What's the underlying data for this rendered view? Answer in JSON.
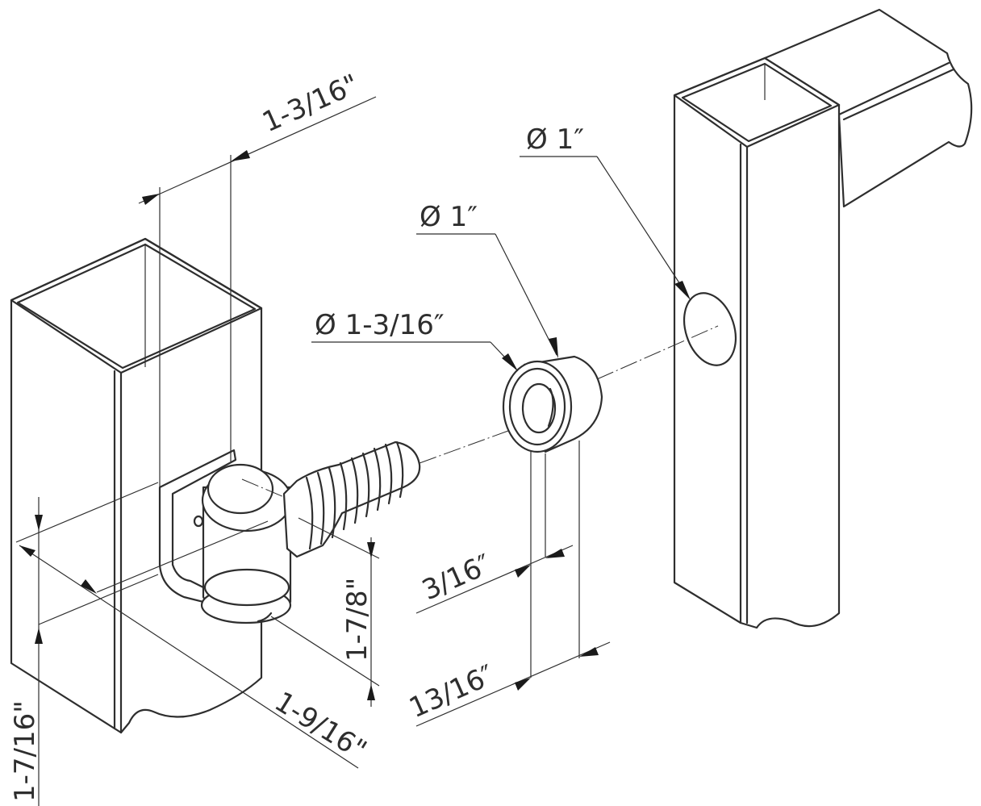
{
  "dimensions": {
    "post_width": "1-3/16\"",
    "bearing_diameter": "Ø 1″",
    "bushing_inner_diameter": "Ø 1″",
    "bushing_outer_diameter": "Ø 1-3/16″",
    "bushing_collar": "3/16″",
    "bushing_length": "13/16″",
    "bracket_height": "1-7/8\"",
    "hinge_depth": "1-9/16\"",
    "offset_height": "1-7/16\""
  },
  "colors": {
    "line": "#2e2e2e",
    "background": "#ffffff"
  }
}
